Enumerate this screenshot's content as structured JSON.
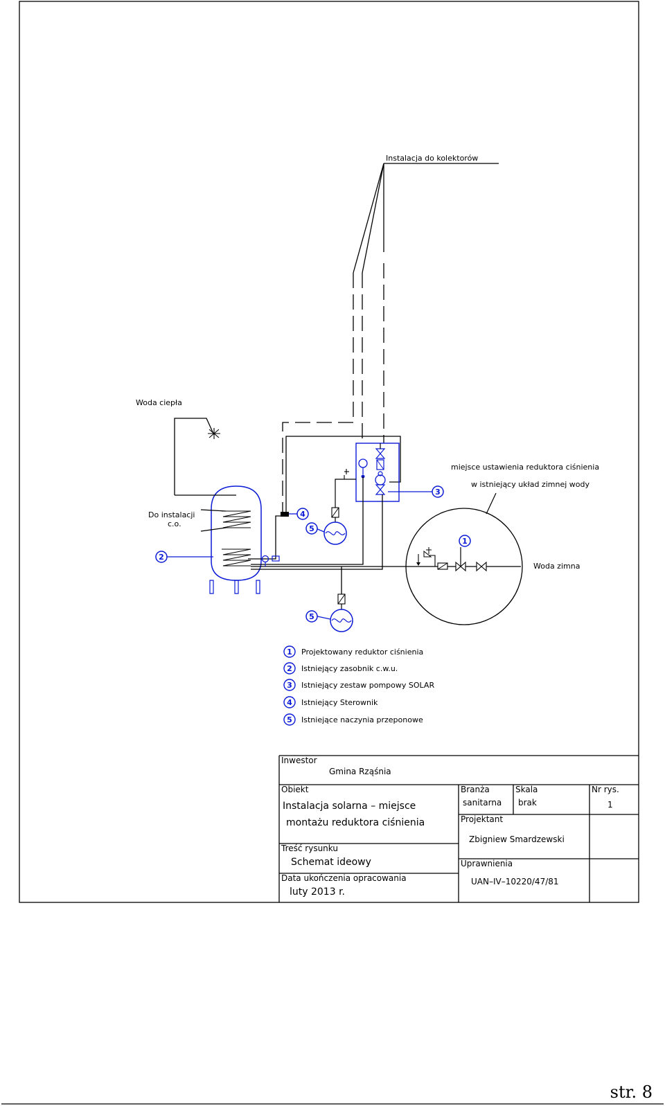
{
  "labels": {
    "collectors": "Instalacja do kolektorów",
    "hot_water": "Woda ciepła",
    "co_install_line1": "Do instalacji",
    "co_install_line2": "c.o.",
    "reducer_place_line1": "miejsce ustawienia reduktora ciśnienia",
    "reducer_place_line2": "w istniejący układ zimnej wody",
    "cold_water": "Woda zimna"
  },
  "markers": [
    "1",
    "2",
    "3",
    "4",
    "5"
  ],
  "legend": [
    {
      "num": "1",
      "text": "Projektowany reduktor ciśnienia"
    },
    {
      "num": "2",
      "text": "Istniejący zasobnik c.w.u."
    },
    {
      "num": "3",
      "text": "Istniejący   zestaw pompowy SOLAR"
    },
    {
      "num": "4",
      "text": "Istniejący Sterownik"
    },
    {
      "num": "5",
      "text": "Istniejące naczynia przeponowe"
    }
  ],
  "title_block": {
    "investor_label": "Inwestor",
    "investor_value": "Gmina Rząśnia",
    "object_label": "Obiekt",
    "object_line1": "Instalacja solarna – miejsce",
    "object_line2": "montażu reduktora ciśnienia",
    "content_label": "Treść rysunku",
    "content_value": "Schemat ideowy",
    "date_label": "Data ukończenia opracowania",
    "date_value": "luty 2013 r.",
    "branch_label": "Branża",
    "branch_value": "sanitarna",
    "scale_label": "Skala",
    "scale_value": "brak",
    "drawing_no_label": "Nr rys.",
    "drawing_no_value": "1",
    "designer_label": "Projektant",
    "designer_value": "Zbigniew Smardzewski",
    "license_label": "Uprawnienia",
    "license_value": "UAN–IV–10220/47/81"
  },
  "page_number": "str. 8",
  "colors": {
    "equipment": "#0a1ad6",
    "lines": "#000000"
  }
}
